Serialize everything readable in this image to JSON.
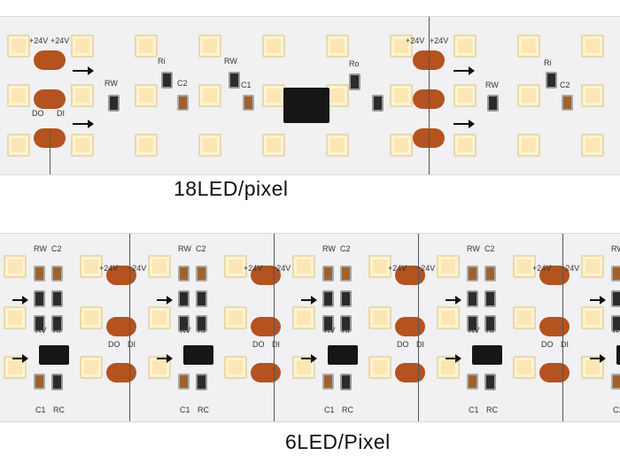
{
  "captions": {
    "top": "18LED/pixel",
    "bottom": "6LED/Pixel"
  },
  "labels": {
    "plus24v": "+24V",
    "rw": "RW",
    "ri": "Ri",
    "ro": "Ro",
    "c1": "C1",
    "c2": "C2",
    "do": "DO",
    "di": "DI",
    "rv": "RV",
    "rc": "RC"
  },
  "colors": {
    "led": "#fbe7b5",
    "pad": "#b4531f",
    "pcb": "#f1f1f3"
  }
}
